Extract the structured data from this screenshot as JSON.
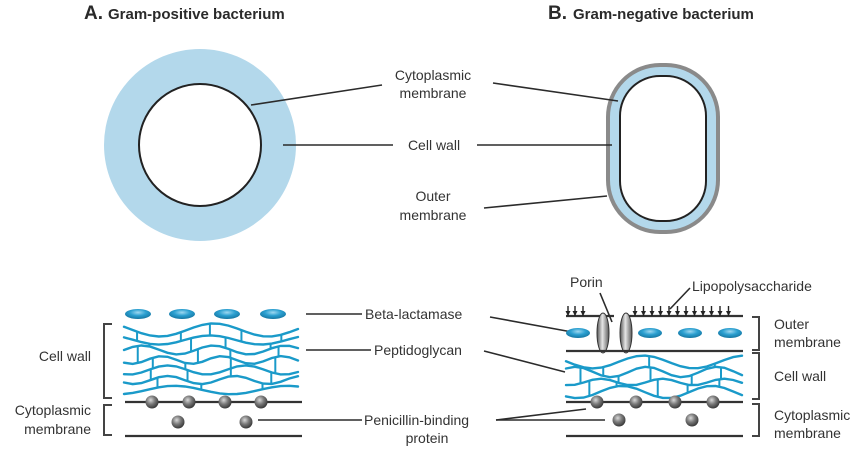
{
  "panel_a": {
    "letter": "A.",
    "title": "Gram-positive bacterium"
  },
  "panel_b": {
    "letter": "B.",
    "title": "Gram-negative bacterium"
  },
  "top_labels": {
    "cytoplasmic_membrane": [
      "Cytoplasmic",
      "membrane"
    ],
    "cell_wall": "Cell wall",
    "outer_membrane": [
      "Outer",
      "membrane"
    ]
  },
  "middle_labels": {
    "beta_lactamase": "Beta-lactamase",
    "peptidoglycan": "Peptidoglycan",
    "penicillin_binding_protein": [
      "Penicillin-binding",
      "protein"
    ]
  },
  "left_bracket_labels": {
    "cell_wall": "Cell wall",
    "cytoplasmic_membrane": [
      "Cytoplasmic",
      "membrane"
    ]
  },
  "right_labels": {
    "porin": "Porin",
    "lipopolysaccharide": "Lipopolysaccharide",
    "outer_membrane": [
      "Outer",
      "membrane"
    ],
    "cell_wall": "Cell wall",
    "cytoplasmic_membrane": [
      "Cytoplasmic",
      "membrane"
    ]
  },
  "colors": {
    "cell_wall_fill": "#b3d8eb",
    "outer_membrane_stroke": "#8a8a8a",
    "peptidoglycan": "#1a9ac9",
    "beta_lactamase": "#2a9fd0",
    "protein": "#6e6e6e",
    "text": "#333333"
  }
}
